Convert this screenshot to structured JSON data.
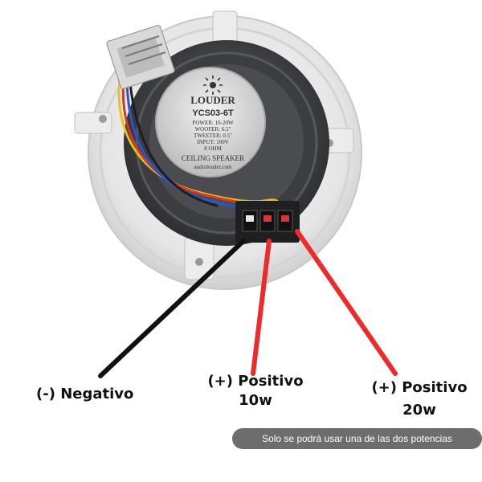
{
  "speaker": {
    "brand": "LOUDER",
    "model": "YCS03-6T",
    "specs": [
      "POWER: 10-20W",
      "WOOFER: 6.5\"",
      "TWEETER: 0.5\"",
      "INPUT: 100V",
      "8 OHM"
    ],
    "type": "CEILING SPEAKER",
    "website": "audiolouder.com"
  },
  "labels": {
    "negative": "(-) Negativo",
    "positive_10_line1": "(+) Positivo",
    "positive_10_line2": "10w",
    "positive_20_line1": "(+) Positivo",
    "positive_20_line2": "20w"
  },
  "note": "Solo se podrá usar una de las dos potencias",
  "colors": {
    "negative_wire": "#111111",
    "positive_wire": "#ee2a2a",
    "note_background": "#6d6d6d"
  }
}
